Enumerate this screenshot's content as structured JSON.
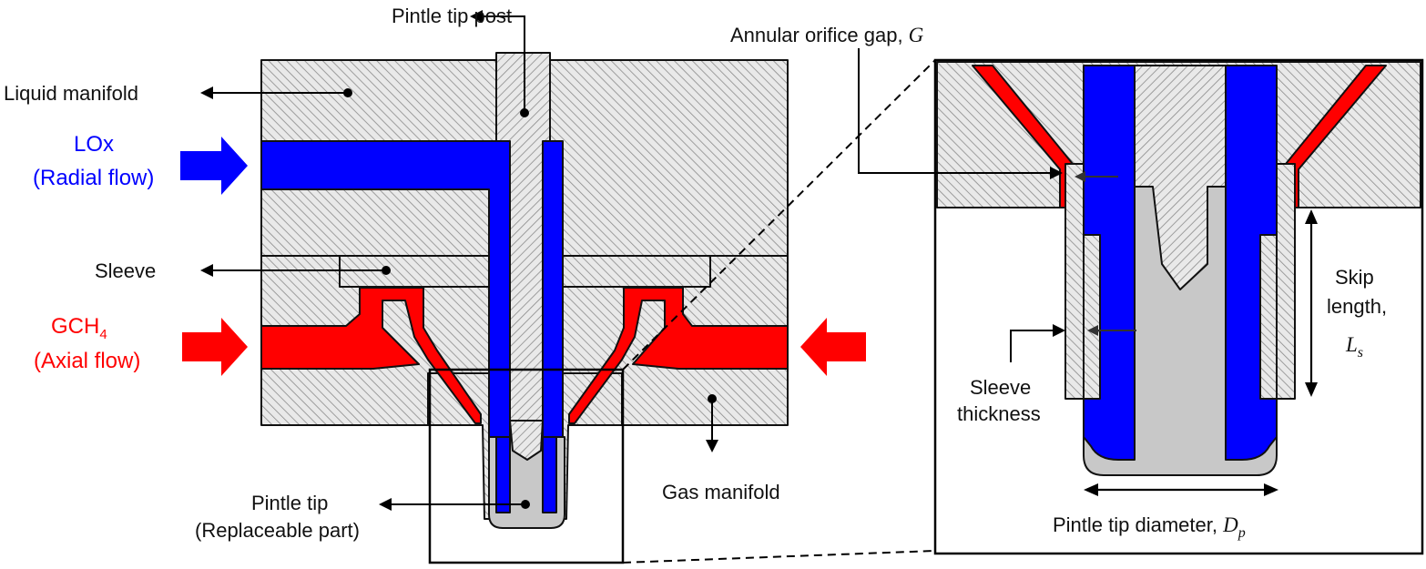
{
  "labels": {
    "pintle_tip_post": "Pintle tip post",
    "liquid_manifold": "Liquid manifold",
    "sleeve": "Sleeve",
    "gas_manifold": "Gas manifold",
    "pintle_tip_line1": "Pintle tip",
    "pintle_tip_line2": "(Replaceable part)",
    "annular_gap": "Annular orifice gap, ",
    "annular_gap_symbol": "G",
    "skip_line1": "Skip",
    "skip_line2": "length,",
    "skip_symbol": "L",
    "skip_symbol_sub": "s",
    "sleeve_thick_line1": "Sleeve",
    "sleeve_thick_line2": "thickness",
    "tip_diameter": "Pintle tip diameter, ",
    "tip_diameter_symbol": "D",
    "tip_diameter_sub": "p"
  },
  "flows": {
    "lox_name": "LOx",
    "lox_desc": "(Radial flow)",
    "gas_name": "GCH",
    "gas_sub": "4",
    "gas_desc": "(Axial flow)"
  },
  "colors": {
    "lox": "#0000ff",
    "gch4": "#ff0000",
    "hatch_bg": "#e6e6e6",
    "tip_fill": "#c8c8c8",
    "outline": "#111111"
  }
}
